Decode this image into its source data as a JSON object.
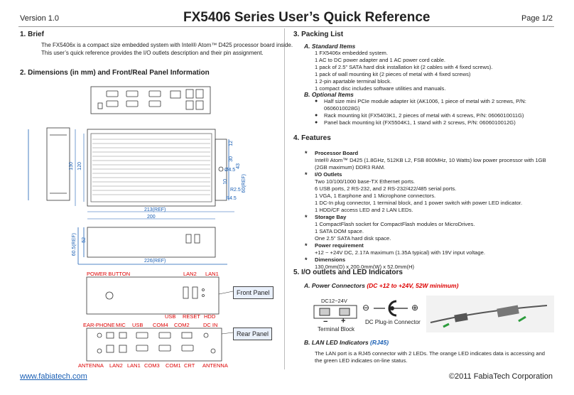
{
  "header": {
    "version": "Version 1.0",
    "title": "FX5406 Series User’s Quick Reference",
    "page": "Page 1/2"
  },
  "brief": {
    "heading": "1.   Brief",
    "lines": [
      "The FX5406x is a compact size embedded system with Intel® Atom™ D425 processor board inside.",
      "This user’s quick reference provides the I/O outlets description and their pin assignment."
    ]
  },
  "dimensions": {
    "heading": "2.   Dimensions (in mm) and Front/Real Panel Information",
    "top_labels": {
      "d130": "130",
      "d120": "120",
      "d12": "12",
      "d30": "30",
      "d45": "Ø4.5",
      "d10": "10",
      "d60": "60(REF)",
      "d43": "43",
      "r25": "R2.5",
      "r45": "R4.5",
      "d213": "213(REF)",
      "d200": "200"
    },
    "side_labels": {
      "d605": "60.5(REF)",
      "d52": "52",
      "d226": "226(REF)"
    },
    "front_panel": {
      "callout": "Front Panel",
      "power_button": "POWER BUTTON",
      "lan2": "LAN2",
      "lan1": "LAN1",
      "usb": "USB",
      "reset": "RESET",
      "hdd": "HDD"
    },
    "rear_panel": {
      "callout": "Rear Panel",
      "top": [
        "EAR-PHONE",
        "MIC",
        "USB",
        "COM4",
        "COM2",
        "DC IN"
      ],
      "bottom": [
        "ANTENNA",
        "LAN2",
        "LAN1",
        "COM3",
        "COM1",
        "CRT",
        "ANTENNA"
      ]
    }
  },
  "packing": {
    "heading": "3.   Packing List",
    "standard_title": "A.   Standard Items",
    "standard": [
      "1 FX5406x embedded system.",
      "1 AC to DC power adapter and 1 AC power cord cable.",
      "1 pack of 2.5” SATA hard disk installation kit (2 cables with 4 fixed screws).",
      "1 pack of wall mounting kit (2 pieces of metal with 4 fixed screws)",
      "1 2-pin apartable terminal block.",
      "1 compact disc includes software utilities and manuals."
    ],
    "optional_title": "B.   Optional Items",
    "optional": [
      [
        "Half size mini PCIe module adapter kit (AK1006, 1 piece of metal with 2 screws, P/N:",
        "0606010028G)"
      ],
      [
        "Rack mounting kit (FX5403K1, 2 pieces of metal with 4 screws, P/N: 0606010011G)"
      ],
      [
        "Panel back mounting kit (FX5504K1, 1 stand with 2 screws, P/N: 0606010012G)"
      ]
    ]
  },
  "features": {
    "heading": "4.   Features",
    "items": [
      {
        "title": "Processor Board",
        "lines": [
          "Intel® Atom™ D425 (1.8GHz, 512KB L2, FSB 800MHz, 10 Watts) low power processor with 1GB",
          "(2GB maximum) DDR3 RAM."
        ]
      },
      {
        "title": "I/O Outlets",
        "lines": [
          "Two 10/100/1000 base-TX Ethernet ports.",
          "6 USB ports, 2 RS-232, and 2 RS-232/422/485 serial ports.",
          "1 VGA, 1 Earphone and 1 Microphone connectors.",
          "1 DC-In plug connector, 1 terminal block, and 1 power switch with power LED indicator.",
          "1 HDD/CF access LED and 2 LAN LEDs."
        ]
      },
      {
        "title": "Storage Bay",
        "lines": [
          "1 CompactFlash socket for CompactFlash modules or MicroDrives.",
          "1 SATA DOM space.",
          "One 2.5” SATA hard disk space."
        ]
      },
      {
        "title": "Power requirement",
        "lines": [
          "+12 ~ +24V DC, 2.17A maximum (1.35A typical) with 19V input voltage."
        ]
      },
      {
        "title": "Dimensions",
        "lines": [
          "130.0mm(D) x 200.0mm(W) x 52.0mm(H)"
        ]
      }
    ]
  },
  "io": {
    "heading": "5.   I/O outlets and LED Indicators",
    "power_title_a": "A.   Power Connectors ",
    "power_title_b": "(DC +12 to +24V, 52W minimum)",
    "dc_label": "DC12~24V",
    "minus": "−",
    "plus": "+",
    "terminal_block": "Terminal Block",
    "dc_plug": "DC Plug-in Connector",
    "ground_sym": "⊖",
    "plus_sym": "⊕",
    "lan_title_a": "B.   LAN LED Indicators ",
    "lan_title_b": "(RJ45)",
    "lan_lines": [
      "The LAN port is a RJ45 connector with 2 LEDs. The orange LED indicates data is accessing and",
      "the green LED indicates on-line status."
    ]
  },
  "footer": {
    "url": "www.fabiatech.com",
    "copyright": "©2011 FabiaTech Corporation"
  }
}
